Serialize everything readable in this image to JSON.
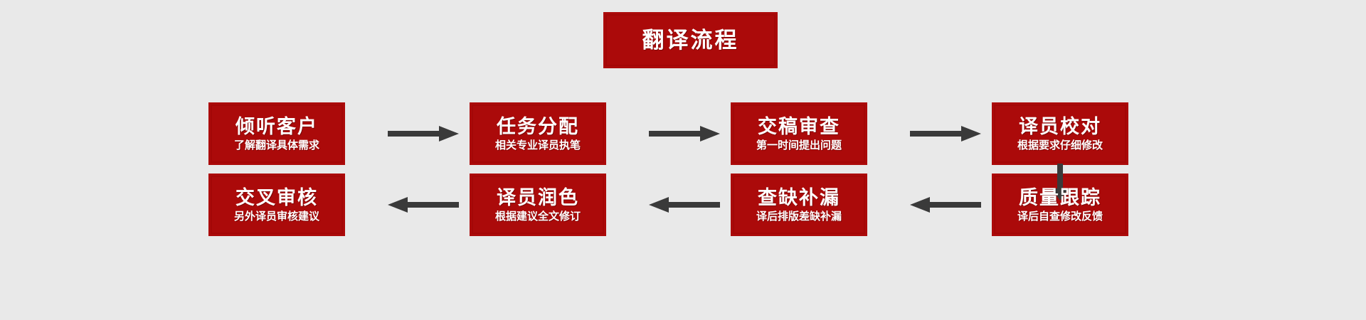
{
  "diagram": {
    "title": "翻译流程",
    "background_color": "#e9e9e9",
    "box_fill_color": "#ab0a0a",
    "box_border_color": "#a30707",
    "text_color": "#ffffff",
    "arrow_color": "#3a3a3a",
    "row1": [
      {
        "title": "倾听客户",
        "subtitle": "了解翻译具体需求"
      },
      {
        "title": "任务分配",
        "subtitle": "相关专业译员执笔"
      },
      {
        "title": "交稿审查",
        "subtitle": "第一时间提出问题"
      },
      {
        "title": "译员校对",
        "subtitle": "根据要求仔细修改"
      }
    ],
    "row2": [
      {
        "title": "交叉审核",
        "subtitle": "另外译员审核建议"
      },
      {
        "title": "译员润色",
        "subtitle": "根据建议全文修订"
      },
      {
        "title": "查缺补漏",
        "subtitle": "译后排版差缺补漏"
      },
      {
        "title": "质量跟踪",
        "subtitle": "译后自查修改反馈"
      }
    ],
    "arrows": [
      {
        "name": "arrow-right-1",
        "direction": "right"
      },
      {
        "name": "arrow-right-2",
        "direction": "right"
      },
      {
        "name": "arrow-right-3",
        "direction": "right"
      },
      {
        "name": "arrow-down-1",
        "direction": "down"
      },
      {
        "name": "arrow-left-1",
        "direction": "left"
      },
      {
        "name": "arrow-left-2",
        "direction": "left"
      },
      {
        "name": "arrow-left-3",
        "direction": "left"
      }
    ]
  }
}
